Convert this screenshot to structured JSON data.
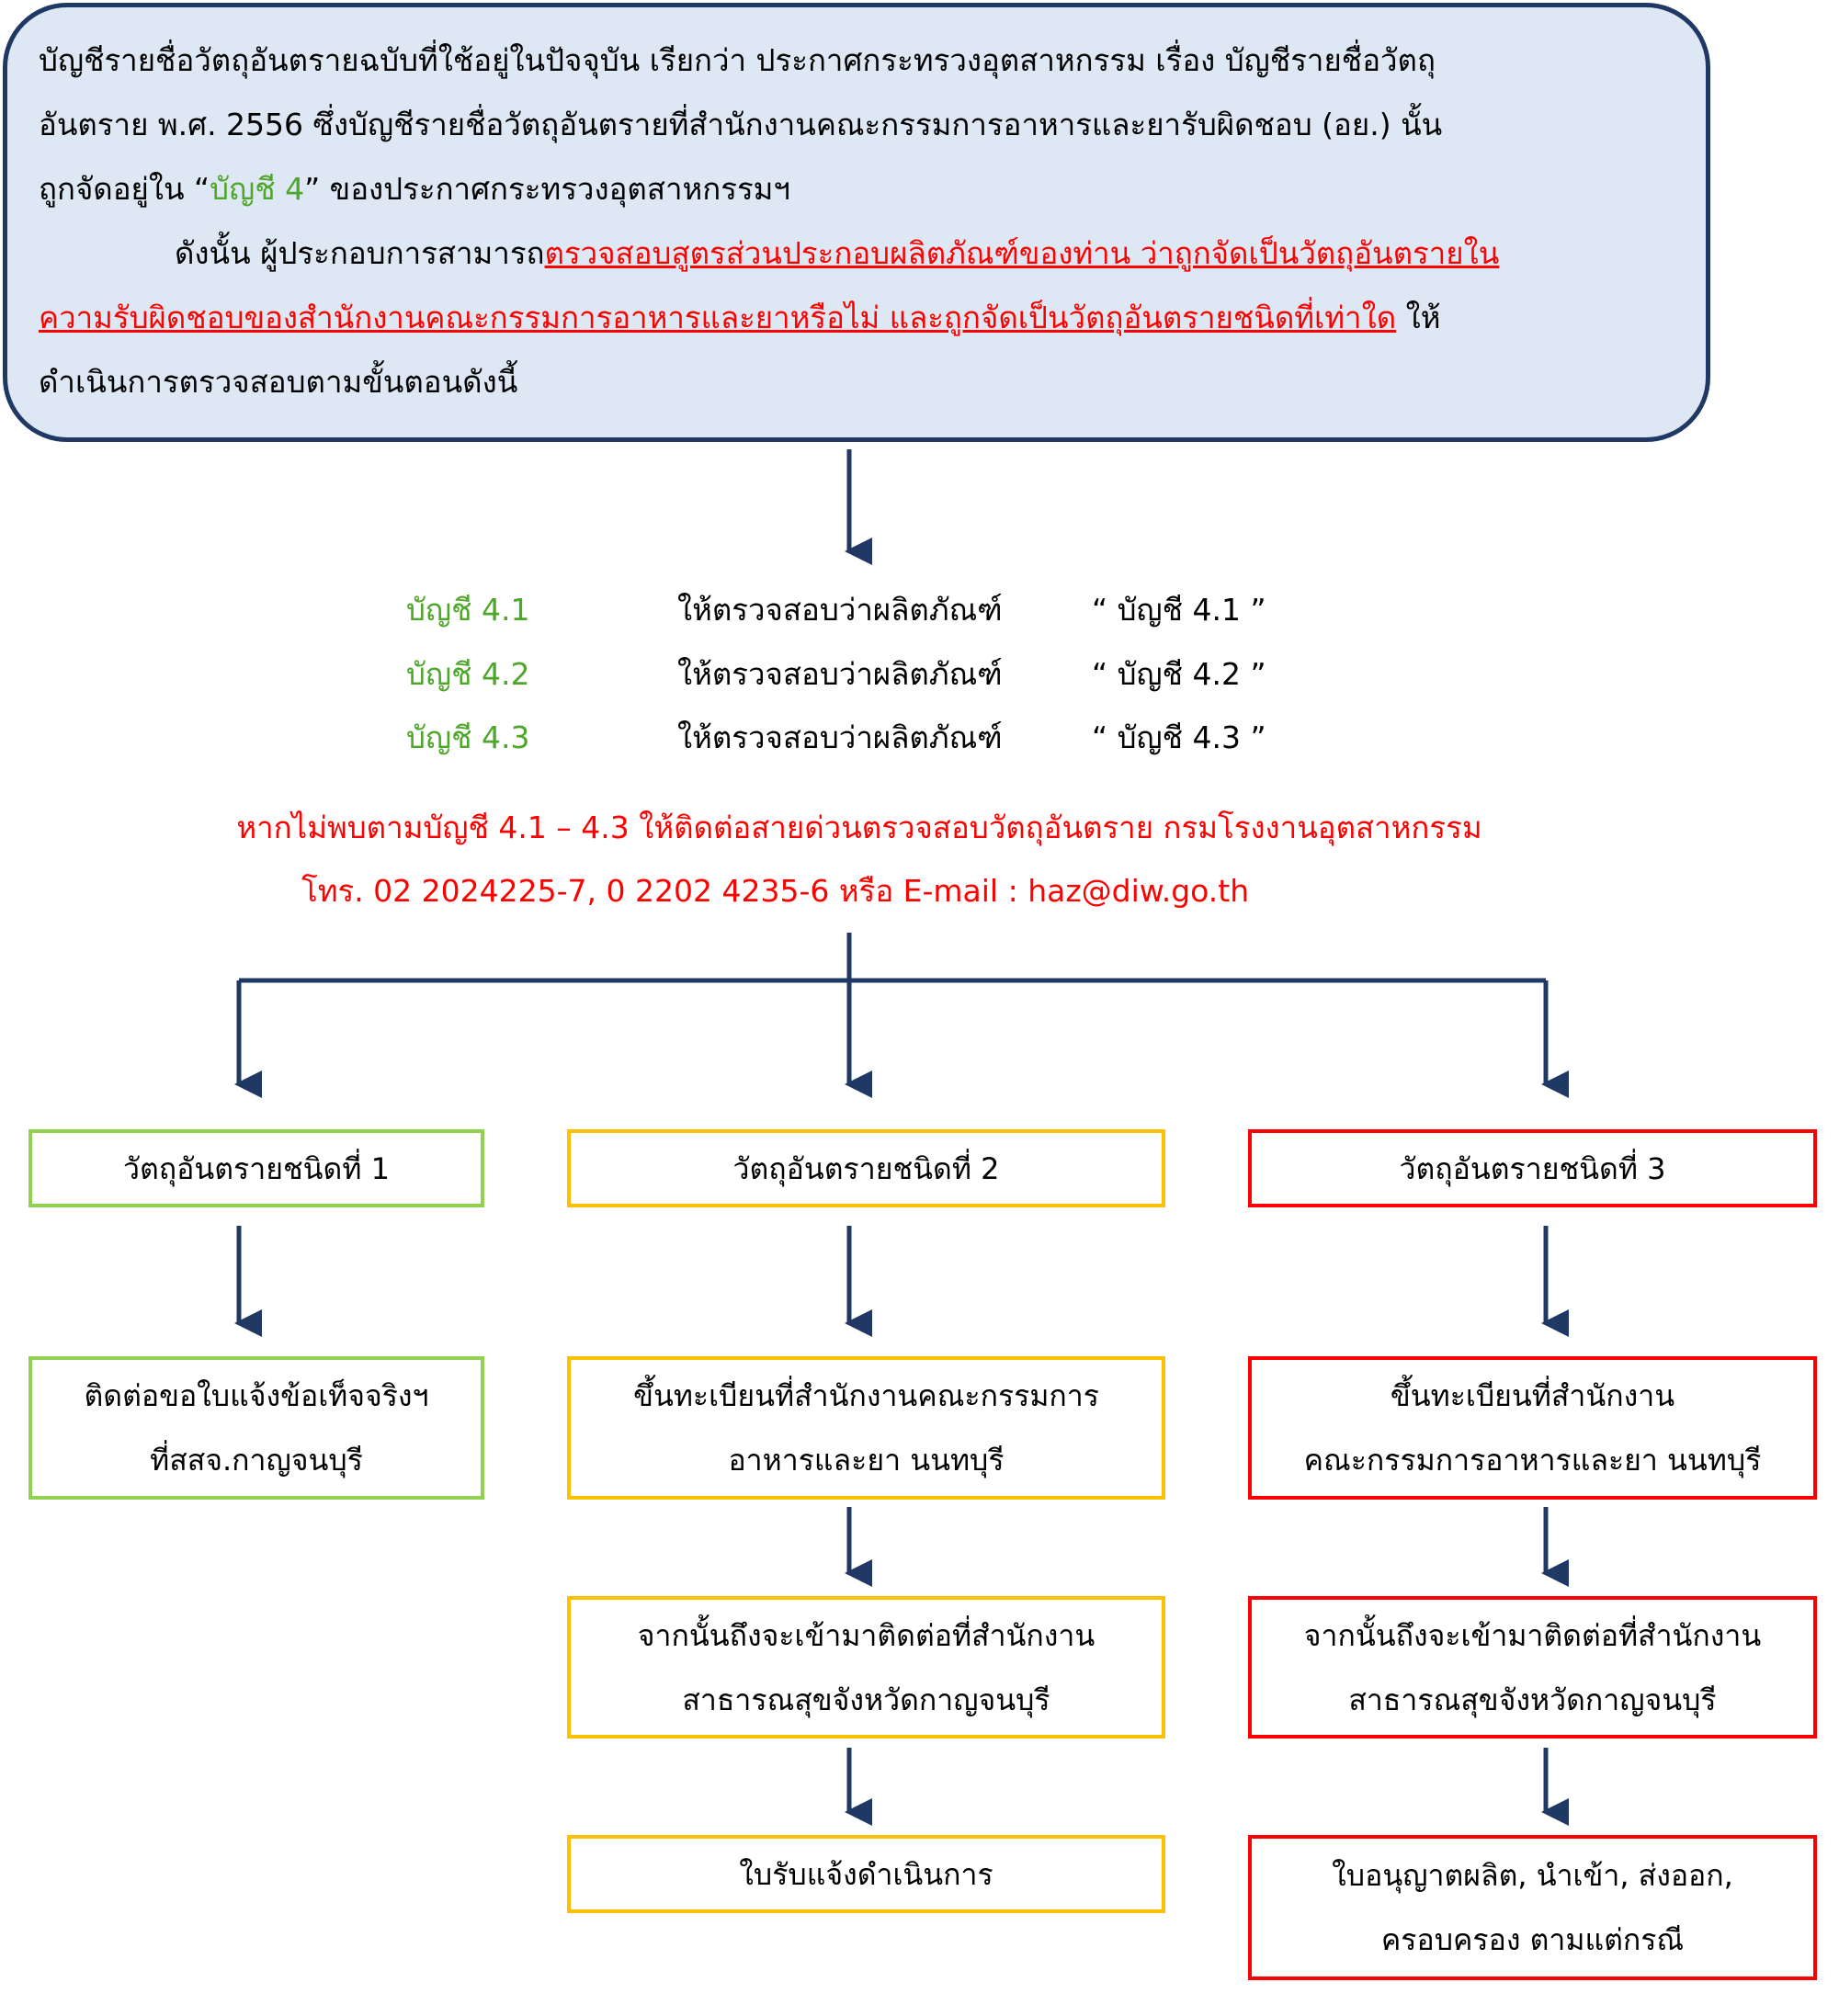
{
  "intro": {
    "line1": "บัญชีรายชื่อวัตถุอันตรายฉบับที่ใช้อยู่ในปัจจุบัน เรียกว่า ประกาศกระทรวงอุตสาหกรรม เรื่อง บัญชีรายชื่อวัตถุ",
    "line2": "อันตราย พ.ศ. 2556 ซึ่งบัญชีรายชื่อวัตถุอันตรายที่สำนักงานคณะกรรมการอาหารและยารับผิดชอบ (อย.) นั้น",
    "line3_pre": "ถูกจัดอยู่ใน “",
    "line3_green": "บัญชี 4",
    "line3_post": "” ของประกาศกระทรวงอุตสาหกรรมฯ",
    "line4_pre": "ดังนั้น ผู้ประกอบการสามารถ",
    "line4_red": "ตรวจสอบสูตรส่วนประกอบผลิตภัณฑ์ของท่าน ว่าถูกจัดเป็นวัตถุอันตรายใน",
    "line5_red": "ความรับผิดชอบของสำนักงานคณะกรรมการอาหารและยาหรือไม่ และถูกจัดเป็นวัตถุอันตรายชนิดที่เท่าใด",
    "line5_post": " ให้",
    "line6": "ดำเนินการตรวจสอบตามขั้นตอนดังนี้"
  },
  "lists": [
    {
      "name": "บัญชี 4.1",
      "action": "ให้ตรวจสอบว่าผลิตภัณฑ์",
      "ref": "“ บัญชี 4.1 ”"
    },
    {
      "name": "บัญชี 4.2",
      "action": "ให้ตรวจสอบว่าผลิตภัณฑ์",
      "ref": "“ บัญชี 4.2 ”"
    },
    {
      "name": "บัญชี 4.3",
      "action": "ให้ตรวจสอบว่าผลิตภัณฑ์",
      "ref": "“ บัญชี 4.3 ”"
    }
  ],
  "notice": {
    "line1": "หากไม่พบตามบัญชี 4.1 – 4.3 ให้ติดต่อสายด่วนตรวจสอบวัตถุอันตราย กรมโรงงานอุตสาหกรรม",
    "line2": "โทร. 02 2024225-7, 0 2202 4235-6 หรือ E-mail : haz@diw.go.th"
  },
  "colors": {
    "navy": "#1f3864",
    "type1": "#92d050",
    "type2": "#ffc000",
    "type3": "#ff0000",
    "box_fill": "#dde8f4"
  },
  "type1": {
    "title": "วัตถุอันตรายชนิดที่ 1",
    "step1": [
      "ติดต่อขอใบแจ้งข้อเท็จจริงฯ",
      "ที่สสจ.กาญจนบุรี"
    ]
  },
  "type2": {
    "title": "วัตถุอันตรายชนิดที่ 2",
    "step1": [
      "ขึ้นทะเบียนที่สำนักงานคณะกรรมการ",
      "อาหารและยา นนทบุรี"
    ],
    "step2": [
      "จากนั้นถึงจะเข้ามาติดต่อที่สำนักงาน",
      "สาธารณสุขจังหวัดกาญจนบุรี"
    ],
    "step3": [
      "ใบรับแจ้งดำเนินการ"
    ]
  },
  "type3": {
    "title": "วัตถุอันตรายชนิดที่ 3",
    "step1": [
      "ขึ้นทะเบียนที่สำนักงาน",
      "คณะกรรมการอาหารและยา นนทบุรี"
    ],
    "step2": [
      "จากนั้นถึงจะเข้ามาติดต่อที่สำนักงาน",
      "สาธารณสุขจังหวัดกาญจนบุรี"
    ],
    "step3": [
      "ใบอนุญาตผลิต, นำเข้า, ส่งออก,",
      "ครอบครอง ตามแต่กรณี"
    ]
  }
}
